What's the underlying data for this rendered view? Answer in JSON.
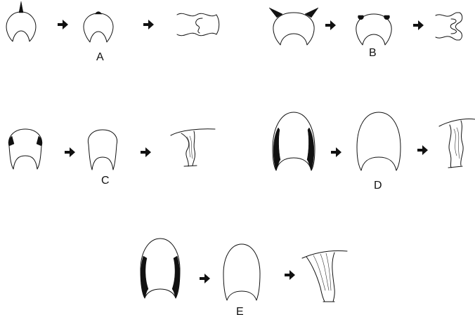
{
  "figure": {
    "panels": [
      {
        "id": "A",
        "label": "A"
      },
      {
        "id": "B",
        "label": "B"
      },
      {
        "id": "C",
        "label": "C"
      },
      {
        "id": "D",
        "label": "D"
      },
      {
        "id": "E",
        "label": "E"
      }
    ]
  }
}
